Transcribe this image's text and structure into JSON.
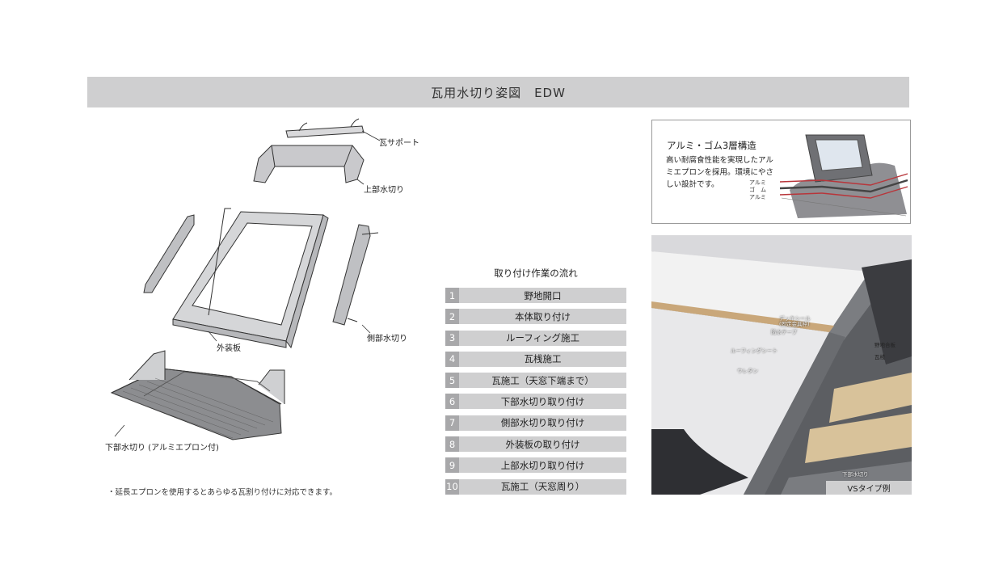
{
  "header": {
    "title": "瓦用水切り姿図　EDW"
  },
  "diagram": {
    "labels": {
      "tile_support": "瓦サポート",
      "top_flashing": "上部水切り",
      "exterior_panel": "外装板",
      "side_flashing": "側部水切り",
      "bottom_flashing": "下部水切り (アルミエプロン付)"
    },
    "note": "・延長エプロンを使用するとあらゆる瓦割り付けに対応できます。"
  },
  "steps": {
    "heading": "取り付け作業の流れ",
    "items": [
      {
        "num": "1",
        "label": "野地開口"
      },
      {
        "num": "2",
        "label": "本体取り付け"
      },
      {
        "num": "3",
        "label": "ルーフィング施工"
      },
      {
        "num": "4",
        "label": "瓦桟施工"
      },
      {
        "num": "5",
        "label": "瓦施工（天窓下端まで）"
      },
      {
        "num": "6",
        "label": "下部水切り取り付け"
      },
      {
        "num": "7",
        "label": "側部水切り取り付け"
      },
      {
        "num": "8",
        "label": "外装板の取り付け"
      },
      {
        "num": "9",
        "label": "上部水切り取り付け"
      },
      {
        "num": "10",
        "label": "瓦施工（天窓周り）"
      }
    ]
  },
  "info_box": {
    "title": "アルミ・ゴム3層構造",
    "body": "高い耐腐食性能を実現したアルミエプロンを採用。環境にやさしい設計です。",
    "layers": [
      "アルミ",
      "ゴ　ム",
      "アルミ"
    ]
  },
  "photo": {
    "labels": {
      "deck_seal": "デッキシール",
      "deck_seal_sub": "(固定金具枠)",
      "waterproof_tape": "防水テープ",
      "plywood": "野地合板",
      "roofing_sheet": "ルーフィングシート",
      "batten": "瓦桟",
      "urethane": "ウレタン",
      "bottom_flashing": "下部水切り"
    },
    "caption": "VSタイプ例"
  }
}
